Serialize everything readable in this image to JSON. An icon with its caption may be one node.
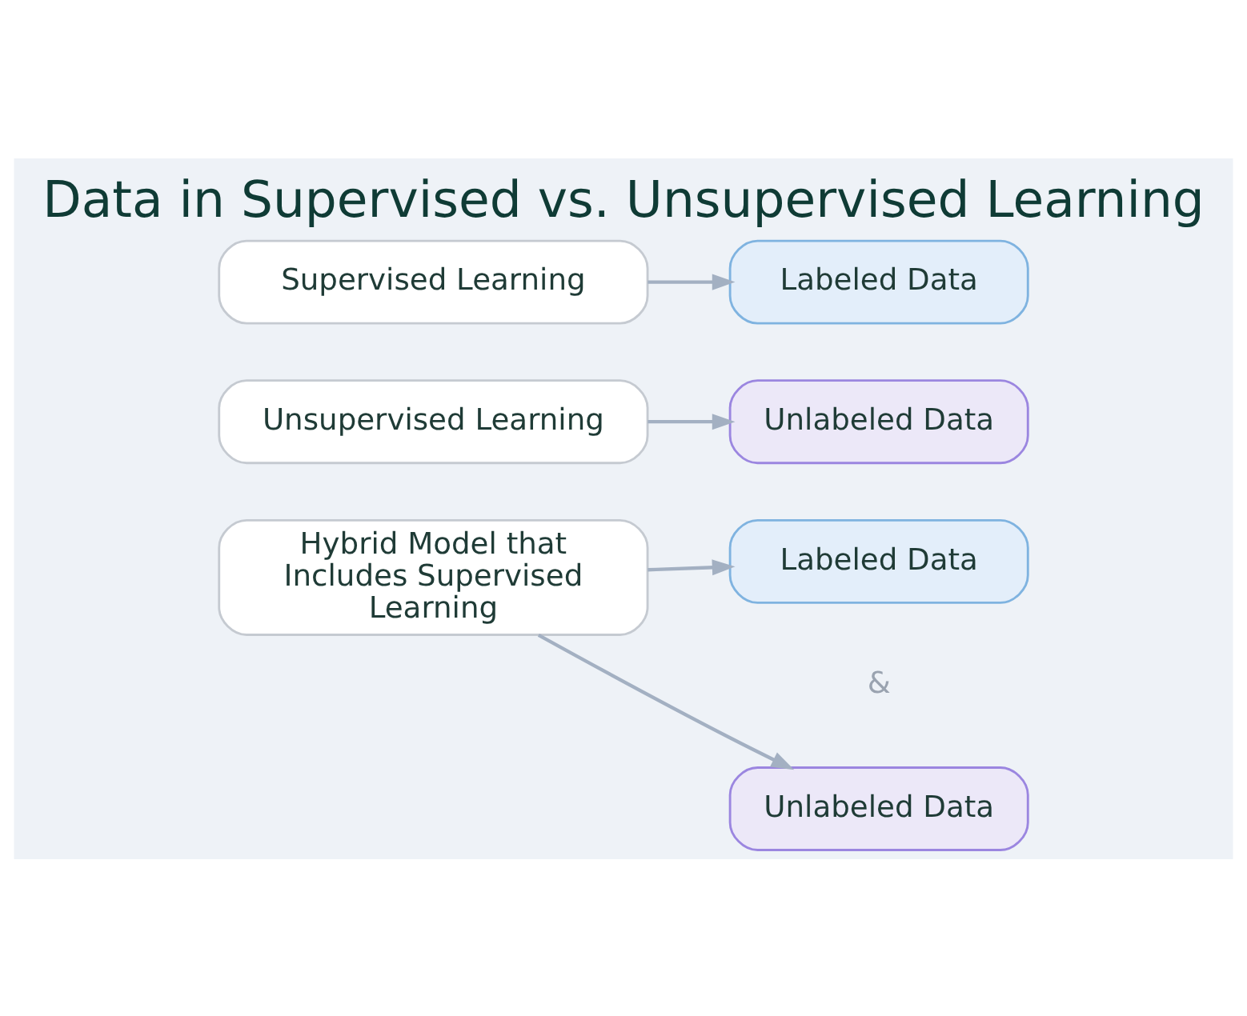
{
  "diagram": {
    "title": "Data in Supervised vs. Unsupervised Learning",
    "nodes": [
      {
        "text": [
          "Supervised Learning"
        ]
      },
      {
        "text": [
          "Labeled Data"
        ]
      },
      {
        "text": [
          "Unsupervised Learning"
        ]
      },
      {
        "text": [
          "Unlabeled Data"
        ]
      },
      {
        "text": [
          "Hybrid Model that Includes Supervised Learning"
        ]
      },
      {
        "text": [
          "Labeled Data"
        ]
      },
      {
        "text": [
          "Unlabeled Data"
        ]
      }
    ],
    "edges": [
      {
        "from": 0,
        "to": 1,
        "arrow": "to"
      },
      {
        "from": 2,
        "to": 3,
        "arrow": "to"
      },
      {
        "from": 4,
        "to": 5,
        "arrow": "to"
      },
      {
        "from": 4,
        "to": 6,
        "arrow": "to"
      }
    ],
    "labels": [
      "&"
    ]
  }
}
